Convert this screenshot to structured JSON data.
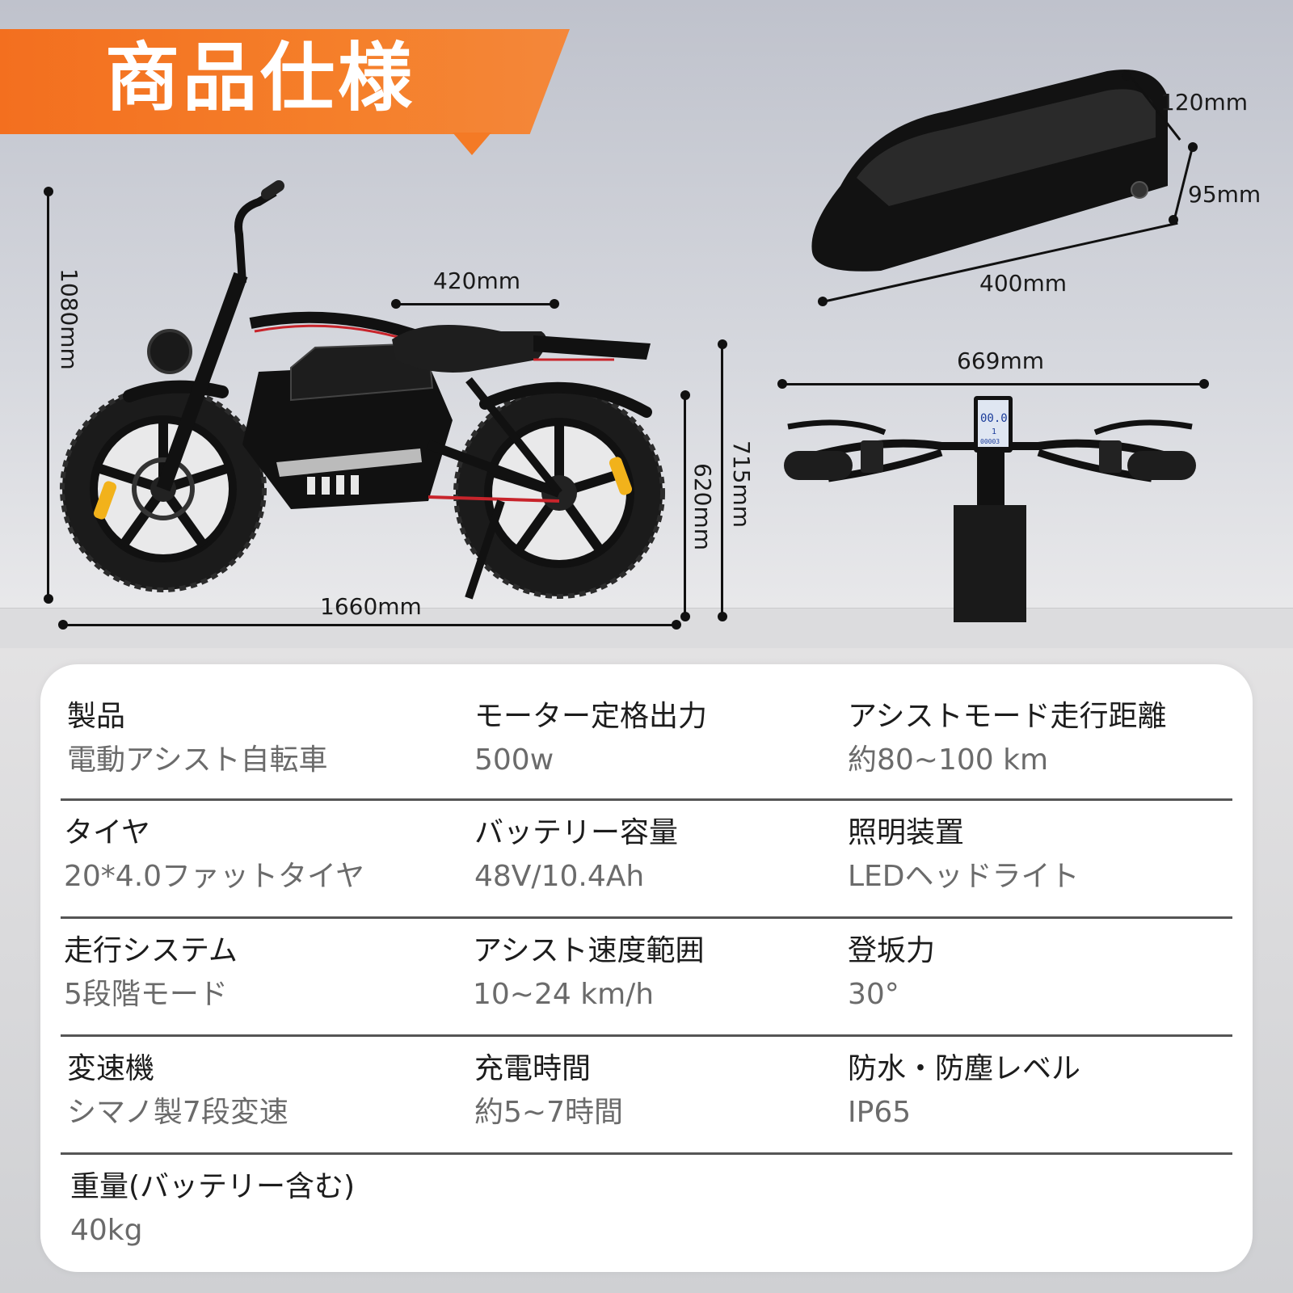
{
  "banner": {
    "title": "商品仕様"
  },
  "dimensions": {
    "height_total": "1080mm",
    "seat_length": "420mm",
    "wheelbase_total": "1660mm",
    "seat_height": "620mm",
    "rack_height": "715mm",
    "battery_depth": "120mm",
    "battery_height": "95mm",
    "battery_length": "400mm",
    "handlebar_width": "669mm"
  },
  "display": {
    "speed": "00.0",
    "mode": "1",
    "odo": "00003"
  },
  "specs": {
    "rows": [
      [
        {
          "label": "製品",
          "value": "電動アシスト自転車"
        },
        {
          "label": "モーター定格出力",
          "value": "500w"
        },
        {
          "label": "アシストモード走行距離",
          "value": "約80~100 km"
        }
      ],
      [
        {
          "label": "タイヤ",
          "value": "20*4.0ファットタイヤ"
        },
        {
          "label": "バッテリー容量",
          "value": "48V/10.4Ah"
        },
        {
          "label": "照明装置",
          "value": "LEDヘッドライト"
        }
      ],
      [
        {
          "label": "走行システム",
          "value": "5段階モード"
        },
        {
          "label": "アシスト速度範囲",
          "value": "10~24 km/h"
        },
        {
          "label": "登坂力",
          "value": "30°"
        }
      ],
      [
        {
          "label": "変速機",
          "value": "シマノ製7段変速"
        },
        {
          "label": "充電時間",
          "value": "約5~7時間"
        },
        {
          "label": "防水・防塵レベル",
          "value": "IP65"
        }
      ],
      [
        {
          "label": "重量(バッテリー含む)",
          "value": "40kg"
        }
      ]
    ]
  },
  "colors": {
    "accent": "#f36f1f",
    "frame": "#111111",
    "reflector": "#f2b21b",
    "frame_stripe": "#c8242b"
  }
}
